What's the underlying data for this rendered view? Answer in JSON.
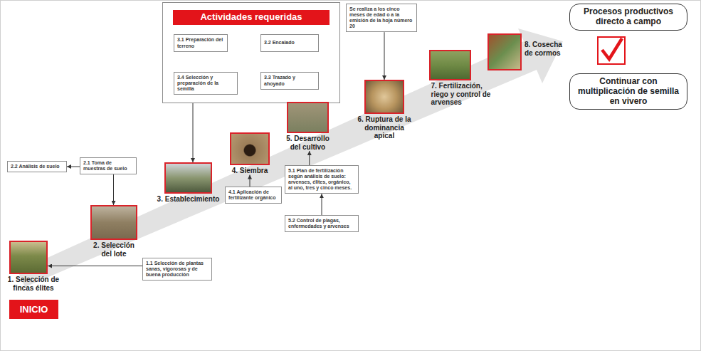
{
  "diagram": {
    "nodes": [
      {
        "text": [
          "INICIO"
        ]
      },
      {
        "text": [
          "1. Selección de fincas élites"
        ]
      },
      {
        "text": [
          "1.1 Selección de plantas sanas, vigorosas y de buena producción"
        ]
      },
      {
        "text": [
          "2. Selección del lote"
        ]
      },
      {
        "text": [
          "2.1 Toma de muestras de suelo"
        ]
      },
      {
        "text": [
          "2.2 Análisis de suelo"
        ]
      },
      {
        "text": [
          "3. Establecimiento"
        ]
      },
      {
        "text": [
          "Actividades requeridas"
        ]
      },
      {
        "text": [
          "3.1 Preparación del terreno"
        ],
        "in": 7
      },
      {
        "text": [
          "3.2 Encalado"
        ],
        "in": 7
      },
      {
        "text": [
          "3.3 Trazado y ahoyado"
        ],
        "in": 7
      },
      {
        "text": [
          "3.4 Selección y preparación de la semilla"
        ],
        "in": 7
      },
      {
        "text": [
          "4. Siembra"
        ]
      },
      {
        "text": [
          "4.1 Aplicación de fertilizante orgánico"
        ]
      },
      {
        "text": [
          "5. Desarrollo del cultivo"
        ]
      },
      {
        "text": [
          "5.1 Plan de fertilización según análisis de suelo: arvenses, élites, orgánico, al uno, tres y cinco meses."
        ]
      },
      {
        "text": [
          "5.2 Control de plagas, enfermedades y arvenses"
        ]
      },
      {
        "text": [
          "6. Ruptura de la dominancia apical"
        ]
      },
      {
        "text": [
          "Se realiza a los cinco meses de edad o a la emisión de la hoja número 20"
        ]
      },
      {
        "text": [
          "7. Fertilización, riego y control de arvenses"
        ]
      },
      {
        "text": [
          "8. Cosecha de cormos"
        ]
      },
      {
        "text": [
          "Procesos productivos directo a campo"
        ]
      },
      {
        "text": [
          "Continuar con multiplicación de semilla en vivero"
        ]
      }
    ],
    "edges": [
      {
        "from": 2,
        "to": 1,
        "arrow": "to"
      },
      {
        "from": 4,
        "to": 5,
        "arrow": "to"
      },
      {
        "from": 4,
        "to": 3,
        "arrow": "to"
      },
      {
        "from": 8,
        "to": 9,
        "arrow": "to"
      },
      {
        "from": 9,
        "to": 10,
        "arrow": "to"
      },
      {
        "from": 10,
        "to": 11,
        "arrow": "to"
      },
      {
        "from": 11,
        "to": 6,
        "arrow": "to"
      },
      {
        "from": 13,
        "to": 12,
        "arrow": "to"
      },
      {
        "from": 16,
        "to": 15,
        "arrow": "to"
      },
      {
        "from": 15,
        "to": 14,
        "arrow": "to"
      },
      {
        "from": 18,
        "to": 17,
        "arrow": "to"
      }
    ]
  }
}
